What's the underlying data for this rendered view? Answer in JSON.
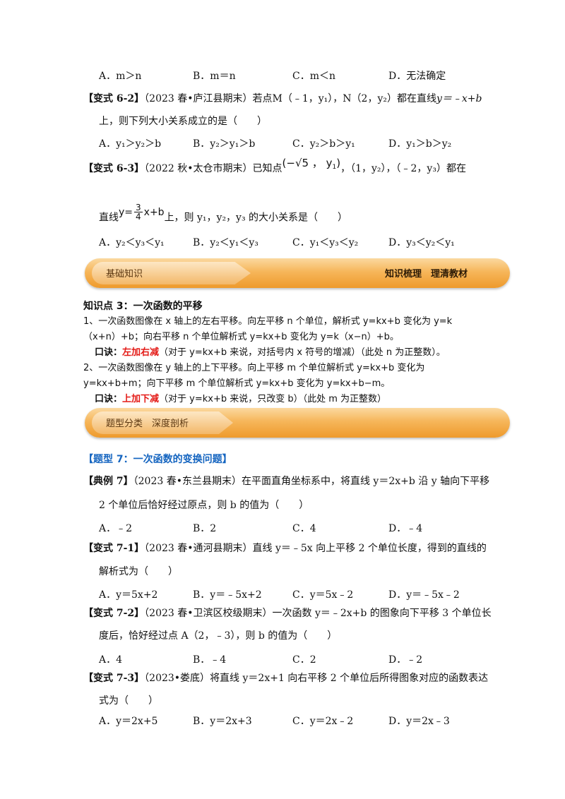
{
  "q6_1_options": [
    "A．m＞n",
    "B．m＝n",
    "C．m＜n",
    "D．无法确定"
  ],
  "q6_2": {
    "tag": "【变式 6-2】",
    "source": "（2023 春•庐江县期末）",
    "text_a": "若点",
    "point_m": "M（﹣1，y₁），",
    "point_n": "N（2，y₂）",
    "text_b": "都在直线",
    "line_eq": "y＝﹣x+b",
    "line2": "上，则下列大小关系成立的是（　　）",
    "options": [
      "A．y₁＞y₂＞b",
      "B．y₂＞y₁＞b",
      "C．y₂＞b＞y₁",
      "D．y₁＞b＞y₂"
    ]
  },
  "q6_3": {
    "tag": "【变式 6-3】",
    "source": "（2022 秋•太仓市期末）",
    "text_a": "已知点",
    "point1_open": "(",
    "point1_x": "−√5",
    "point1_sep": " ，",
    "point1_y": "y",
    "point1_sub": "1",
    "point1_close": ")",
    "rest": "，（1，y₂），（﹣2，y₃）都在",
    "line2_a": "直线",
    "eq_lhs": "y=",
    "eq_num": "3",
    "eq_den": "4",
    "eq_rhs": "x+b",
    "line2_b": "上，则 y₁，y₂，y₃ 的大小关系是（　　）",
    "options": [
      "A．y₂＜y₃＜y₁",
      "B．y₂＜y₁＜y₃",
      "C．y₁＜y₃＜y₂",
      "D．y₃＜y₂＜y₁"
    ]
  },
  "banner1": {
    "tag": "基础知识",
    "right": "知识梳理　理清教材"
  },
  "kp3": {
    "title": "知识点 3：一次函数的平移",
    "p1_l1": "1、一次函数图像在 x 轴上的左右平移。向左平移 n 个单位，解析式 y=kx+b 变化为 y=k",
    "p1_l2": "（x+n）+b；向右平移 n 个单位解析式 y=kx+b 变化为 y=k（x−n）+b。",
    "k1_label": "口诀：",
    "k1_red": "左加右减",
    "k1_rest": "（对于 y=kx+b 来说，对括号内 x 符号的增减）（此处 n 为正整数）。",
    "p2_l1": "2、一次函数图像在 y 轴上的上下平移。向上平移 m 个单位解析式 y=kx+b 变化为",
    "p2_l2": "y=kx+b+m；向下平移 m 个单位解析式 y=kx+b 变化为 y=kx+b−m。",
    "k2_label": "口诀：",
    "k2_red": "上加下减",
    "k2_rest": "（对于 y=kx+b 来说，只改变 b）（此处 m 为正整数）"
  },
  "banner2": {
    "tag": "题型分类　深度剖析"
  },
  "type7_title": "【题型 7：一次函数的变换问题】",
  "ex7": {
    "tag": "【典例 7】",
    "source": "（2023 春•东兰县期末）",
    "line1": "在平面直角坐标系中，将直线 y＝2x+b 沿 y 轴向下平移",
    "line2": "2 个单位后恰好经过原点，则 b 的值为（　　）",
    "options": [
      "A．﹣2",
      "B．2",
      "C．4",
      "D．﹣4"
    ]
  },
  "q7_1": {
    "tag": "【变式 7-1】",
    "source": "（2023 春•通河县期末）",
    "line1": "直线 y＝﹣5x 向上平移 2 个单位长度，得到的直线的",
    "line2": "解析式为（　　）",
    "options": [
      "A．y＝5x+2",
      "B．y＝﹣5x+2",
      "C．y＝5x﹣2",
      "D．y＝﹣5x﹣2"
    ]
  },
  "q7_2": {
    "tag": "【变式 7-2】",
    "source": "（2023 春•卫滨区校级期末）",
    "line1": "一次函数 y＝﹣2x+b 的图象向下平移 3 个单位长",
    "line2": "度后，恰好经过点 A（2，﹣3），则 b 的值为（　　）",
    "options": [
      "A．4",
      "B．﹣4",
      "C．2",
      "D．﹣2"
    ]
  },
  "q7_3": {
    "tag": "【变式 7-3】",
    "source": "（2023•娄底）",
    "line1": "将直线 y＝2x+1 向右平移 2 个单位后所得图象对应的函数表达",
    "line2": "式为（　　）",
    "options": [
      "A．y＝2x+5",
      "B．y＝2x+3",
      "C．y＝2x﹣2",
      "D．y＝2x﹣3"
    ]
  }
}
